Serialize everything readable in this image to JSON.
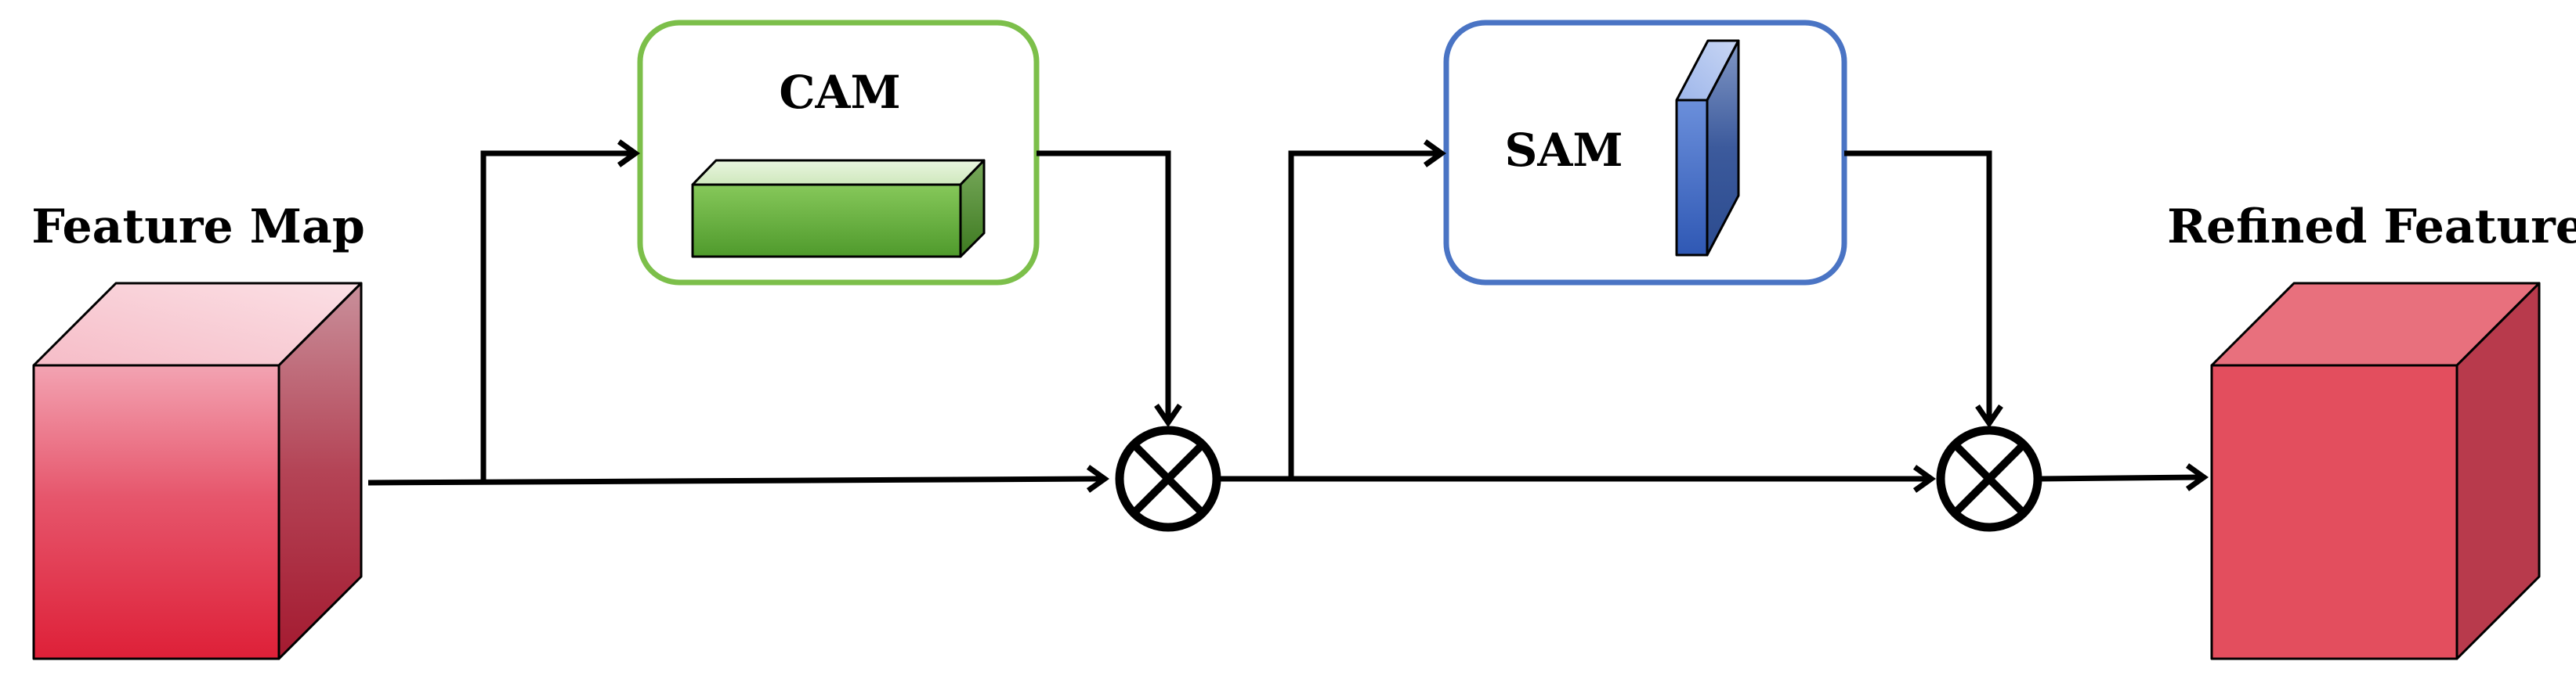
{
  "labels": {
    "input_title": "Feature Map",
    "output_title": "Refined Feature",
    "cam_title": "CAM",
    "sam_title": "SAM"
  },
  "colors": {
    "cam_border": "#7cbf4a",
    "sam_border": "#4a74c4",
    "input_cube": "#e23a50",
    "output_cube": "#e34e5e",
    "cam_block": "#6ab43e",
    "sam_block": "#3a64b8",
    "arrows": "#000000"
  },
  "icons": {
    "multiply_nodes": "circled-times-icon",
    "cube_nodes": "3d-cube-icon"
  }
}
